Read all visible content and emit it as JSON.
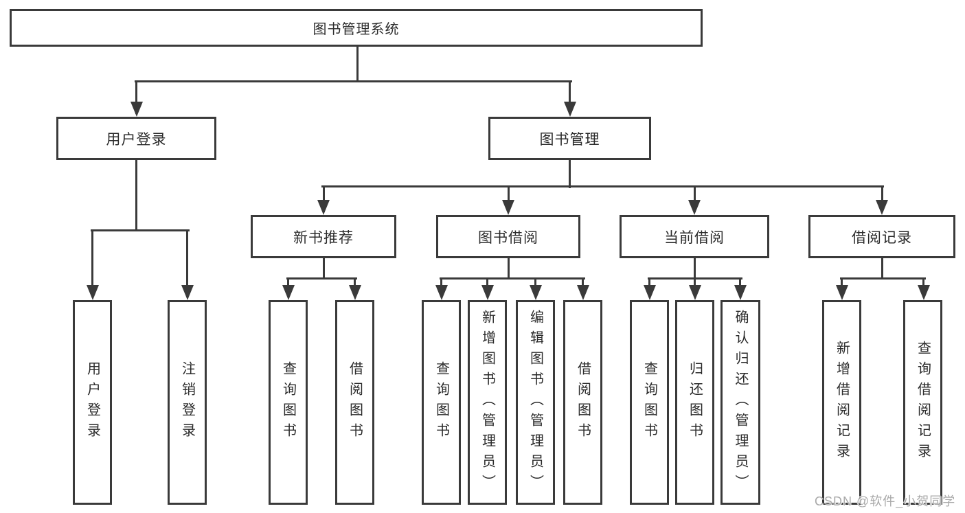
{
  "title": "图书管理系统",
  "watermark": "CSDN @软件_小贺同学",
  "colors": {
    "line": "#3a3a3a",
    "box_fill": "#ffffff",
    "text": "#2b2b2b",
    "background": "#ffffff",
    "watermark": "#a9a9a9"
  },
  "chart_data": {
    "type": "tree-diagram",
    "title": "图书管理系统"
  },
  "tree": {
    "root": {
      "label": "图书管理系统"
    },
    "branches": [
      {
        "label": "用户登录",
        "children": [
          {
            "label": "用户登录"
          },
          {
            "label": "注销登录"
          }
        ]
      },
      {
        "label": "图书管理",
        "children": [
          {
            "label": "新书推荐",
            "children": [
              {
                "label": "查询图书"
              },
              {
                "label": "借阅图书"
              }
            ]
          },
          {
            "label": "图书借阅",
            "children": [
              {
                "label": "查询图书"
              },
              {
                "label": "新增图书（管理员）"
              },
              {
                "label": "编辑图书（管理员）"
              },
              {
                "label": "借阅图书"
              }
            ]
          },
          {
            "label": "当前借阅",
            "children": [
              {
                "label": "查询图书"
              },
              {
                "label": "归还图书"
              },
              {
                "label": "确认归还（管理员）"
              }
            ]
          },
          {
            "label": "借阅记录",
            "children": [
              {
                "label": "新增借阅记录"
              },
              {
                "label": "查询借阅记录"
              }
            ]
          }
        ]
      }
    ]
  }
}
